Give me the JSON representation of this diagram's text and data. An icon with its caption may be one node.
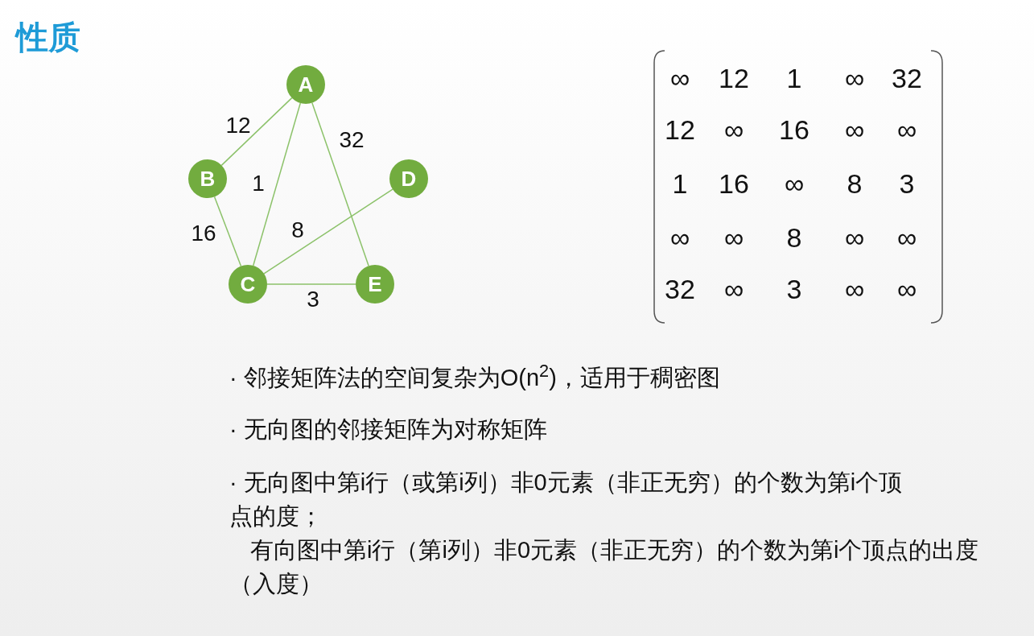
{
  "diagram": {
    "title": "性质",
    "nodes": [
      {
        "text": [
          "A"
        ]
      },
      {
        "text": [
          "B"
        ]
      },
      {
        "text": [
          "C"
        ]
      },
      {
        "text": [
          "D"
        ]
      },
      {
        "text": [
          "E"
        ]
      }
    ],
    "edges": [
      {
        "from": 0,
        "to": 1,
        "arrow": "none",
        "label": "12"
      },
      {
        "from": 0,
        "to": 2,
        "arrow": "none",
        "label": "1"
      },
      {
        "from": 0,
        "to": 4,
        "arrow": "none",
        "label": "32"
      },
      {
        "from": 1,
        "to": 2,
        "arrow": "none",
        "label": "16"
      },
      {
        "from": 2,
        "to": 3,
        "arrow": "none",
        "label": "8"
      },
      {
        "from": 2,
        "to": 4,
        "arrow": "none",
        "label": "3"
      }
    ],
    "labels": [
      "∞",
      "12",
      "1",
      "∞",
      "32",
      "12",
      "∞",
      "16",
      "∞",
      "∞",
      "1",
      "16",
      "∞",
      "8",
      "3",
      "∞",
      "∞",
      "8",
      "∞",
      "∞",
      "32",
      "∞",
      "3",
      "∞",
      "∞",
      "· 邻接矩阵法的空间复杂为O(n$^{2}$)，适用于稠密图",
      "· 无向图的邻接矩阵为对称矩阵",
      "· 无向图中第i行（或第i列）非0元素（非正无穷）的个数为第i个顶点的度；",
      "有向图中第i行（第i列）非0元素（非正无穷）的个数为第i个顶点的出度（入度）"
    ]
  }
}
